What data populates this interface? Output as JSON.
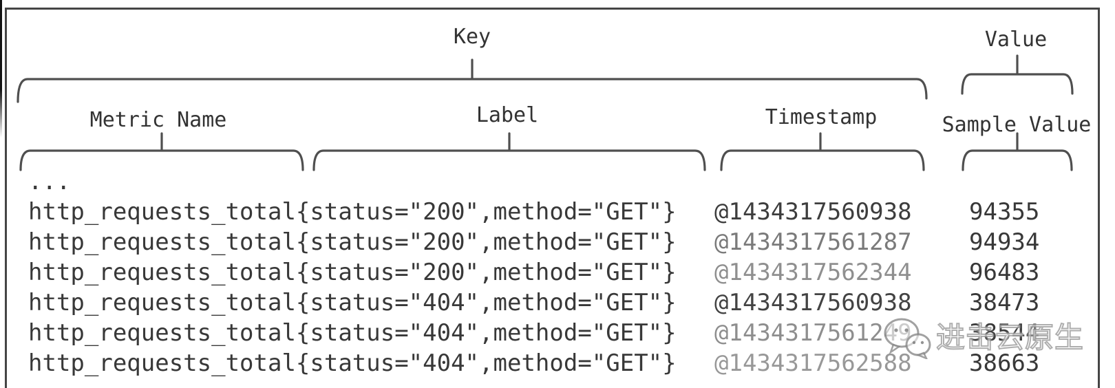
{
  "figure": {
    "level1_labels": {
      "key": "Key",
      "value": "Value"
    },
    "level2_labels": {
      "metric_name": "Metric Name",
      "label": "Label",
      "timestamp": "Timestamp",
      "sample_value": "Sample Value"
    },
    "ellipsis": "...",
    "samples": [
      {
        "metric": "http_requests_total{status=\"200\",method=\"GET\"}",
        "timestamp": "@1434317560938",
        "value": "94355",
        "timestamp_color": "#3d3d3d"
      },
      {
        "metric": "http_requests_total{status=\"200\",method=\"GET\"}",
        "timestamp": "@1434317561287",
        "value": "94934",
        "timestamp_color": "#7a7a7a"
      },
      {
        "metric": "http_requests_total{status=\"200\",method=\"GET\"}",
        "timestamp": "@1434317562344",
        "value": "96483",
        "timestamp_color": "#8f8f8f"
      },
      {
        "metric": "http_requests_total{status=\"404\",method=\"GET\"}",
        "timestamp": "@1434317560938",
        "value": "38473",
        "timestamp_color": "#434343"
      },
      {
        "metric": "http_requests_total{status=\"404\",method=\"GET\"}",
        "timestamp": "@1434317561249",
        "value": "38544",
        "timestamp_color": "#8e8e8e"
      },
      {
        "metric": "http_requests_total{status=\"404\",method=\"GET\"}",
        "timestamp": "@1434317562588",
        "value": "38663",
        "timestamp_color": "#989898"
      }
    ],
    "watermark": {
      "icon": "wechat-icon",
      "text": "进击云原生"
    },
    "colors": {
      "text": "#383838",
      "brace": "#4f4f4f",
      "border": "#454545",
      "watermark": "#8c8c8c",
      "background": "#ffffff"
    }
  }
}
